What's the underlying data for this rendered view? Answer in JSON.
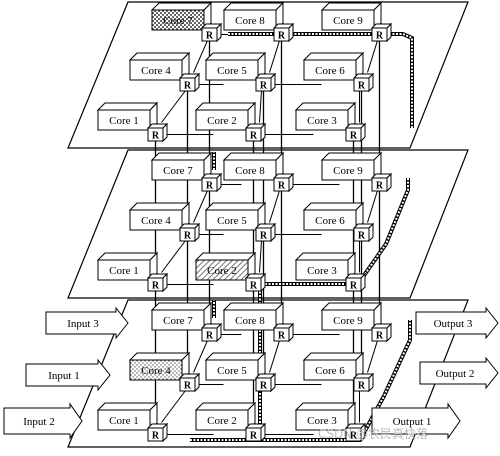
{
  "layers": [
    {
      "id": "top",
      "cores": [
        {
          "label": "Core 7",
          "style": "hatched"
        },
        {
          "label": "Core 8",
          "style": "plain"
        },
        {
          "label": "Core 9",
          "style": "plain"
        },
        {
          "label": "Core 4",
          "style": "plain"
        },
        {
          "label": "Core 5",
          "style": "plain"
        },
        {
          "label": "Core 6",
          "style": "plain"
        },
        {
          "label": "Core 1",
          "style": "plain"
        },
        {
          "label": "Core 2",
          "style": "plain"
        },
        {
          "label": "Core 3",
          "style": "plain"
        }
      ]
    },
    {
      "id": "middle",
      "cores": [
        {
          "label": "Core 7",
          "style": "plain"
        },
        {
          "label": "Core 8",
          "style": "plain"
        },
        {
          "label": "Core 9",
          "style": "plain"
        },
        {
          "label": "Core 4",
          "style": "plain"
        },
        {
          "label": "Core 5",
          "style": "plain"
        },
        {
          "label": "Core 6",
          "style": "plain"
        },
        {
          "label": "Core 1",
          "style": "plain"
        },
        {
          "label": "Core 2",
          "style": "hatched"
        },
        {
          "label": "Core 3",
          "style": "plain"
        }
      ]
    },
    {
      "id": "bottom",
      "cores": [
        {
          "label": "Core 7",
          "style": "plain"
        },
        {
          "label": "Core 8",
          "style": "plain"
        },
        {
          "label": "Core 9",
          "style": "plain"
        },
        {
          "label": "Core 4",
          "style": "dotted"
        },
        {
          "label": "Core 5",
          "style": "plain"
        },
        {
          "label": "Core 6",
          "style": "plain"
        },
        {
          "label": "Core 1",
          "style": "plain"
        },
        {
          "label": "Core 2",
          "style": "plain"
        },
        {
          "label": "Core 3",
          "style": "plain"
        }
      ]
    }
  ],
  "router_label": "R",
  "inputs": [
    "Input 3",
    "Input 1",
    "Input 2"
  ],
  "outputs": [
    "Output 3",
    "Output 2",
    "Output 1"
  ],
  "watermark": "CSDN @农民真快落",
  "colors": {
    "line": "#000000",
    "background": "#ffffff",
    "hatch": "#444444",
    "watermark": "#b9b9b9"
  }
}
